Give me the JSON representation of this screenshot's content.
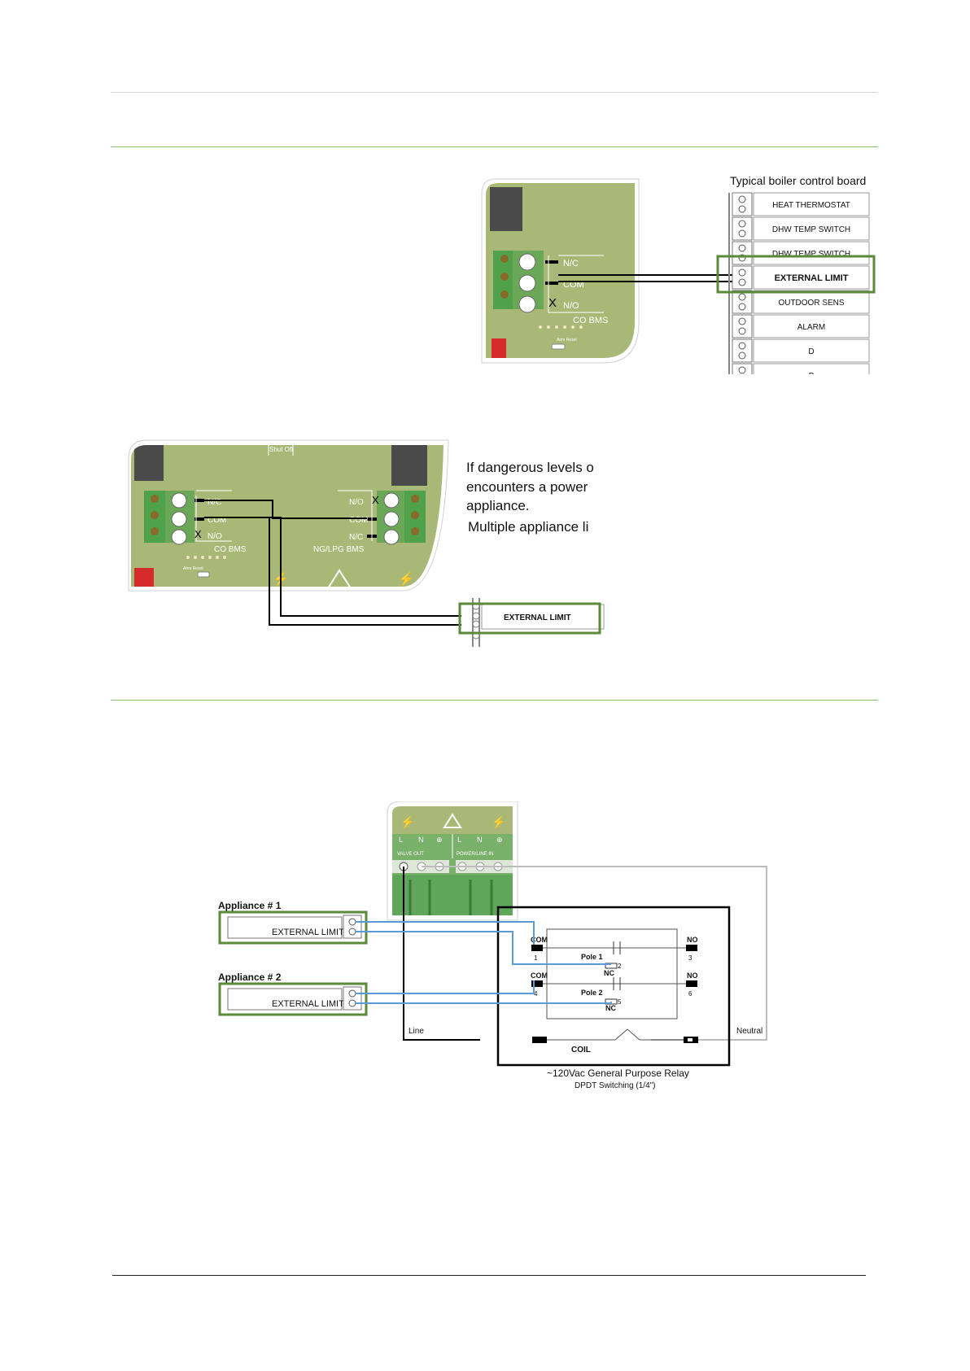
{
  "fig1": {
    "title": "Typical boiler control board",
    "terminals": [
      "HEAT THERMOSTAT",
      "DHW TEMP SWITCH",
      "DHW TEMP SWITCH",
      "EXTERNAL LIMIT",
      "OUTDOOR SENS",
      "ALARM",
      "D",
      "P"
    ],
    "contacts": [
      "N/C",
      "COM",
      "N/O"
    ],
    "x_mark": "X",
    "board_label": "CO BMS",
    "small_label": "Alrm Reset"
  },
  "fig2": {
    "left_contacts": [
      "N/C",
      "COM",
      "N/O"
    ],
    "right_contacts": [
      "N/O",
      "COM",
      "N/C"
    ],
    "x_mark": "X",
    "top_label": "Shut Off",
    "left_board_label": "CO BMS",
    "right_board_label": "NG/LPG BMS",
    "small_label": "Alrm Reset",
    "terminal": "EXTERNAL LIMIT",
    "text_lines": [
      "If dangerous levels o",
      "encounters a power",
      "appliance.",
      "Multiple appliance li"
    ]
  },
  "fig3": {
    "appliance1": "Appliance # 1",
    "appliance2": "Appliance # 2",
    "terminal": "EXTERNAL LIMIT",
    "valve_labels": [
      "L",
      "N",
      "L",
      "N"
    ],
    "valve_out": "VALVE OUT",
    "power_in": "POWER/LINE IN",
    "com": "COM",
    "no": "NO",
    "nc": "NC",
    "pole1": "Pole 1",
    "pole2": "Pole 2",
    "pin_numbers": [
      "1",
      "2",
      "3",
      "4",
      "5",
      "6"
    ],
    "line": "Line",
    "neutral": "Neutral",
    "coil": "COIL",
    "relay_title": "~120Vac General Purpose Relay",
    "relay_sub": "DPDT Switching (1/4\")"
  },
  "colors": {
    "board_green": "#a9b877",
    "terminal_green": "#4fa24a",
    "highlight_green": "#5a8a3a",
    "wire_blue": "#5b9bd5",
    "wire_grey": "#bdbdbd"
  }
}
